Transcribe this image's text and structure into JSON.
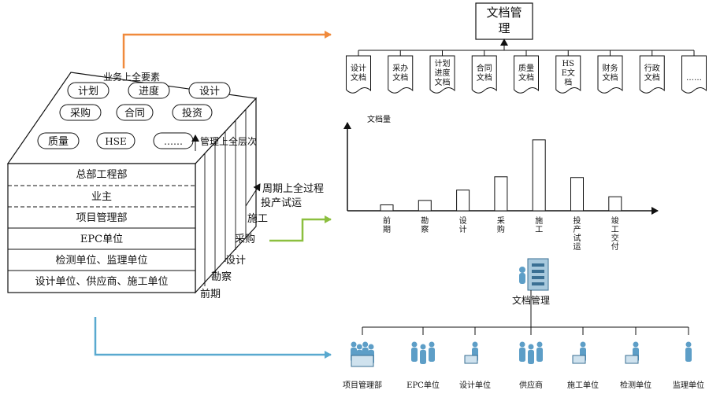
{
  "cube": {
    "top_title": "业务上全要素",
    "pills": [
      "计划",
      "进度",
      "设计",
      "采购",
      "合同",
      "投资",
      "质量",
      "HSE",
      "……"
    ],
    "depth_label": "管理上全层次",
    "layers": [
      "总部工程部",
      "业主",
      "项目管理部",
      "EPC单位",
      "检测单位、监理单位",
      "设计单位、供应商、施工单位"
    ],
    "phases": [
      "前期",
      "勘察",
      "设计",
      "采购",
      "施工",
      "投产试运"
    ],
    "cycle_label": "周期上全过程"
  },
  "doc_tree": {
    "root": "文档管理",
    "docs": [
      "设计文档",
      "采办文档",
      "计划进度文档",
      "合同文档",
      "质量文档",
      "HSE文档",
      "财务文档",
      "行政文档",
      "……"
    ]
  },
  "chart_data": {
    "type": "bar",
    "ylabel": "文档量",
    "categories": [
      "前期",
      "勘察",
      "设计",
      "采购",
      "施工",
      "投产试运",
      "竣工交付"
    ],
    "values": [
      8,
      14,
      28,
      46,
      96,
      45,
      19
    ],
    "ylim": [
      0,
      115
    ]
  },
  "org": {
    "root": "文档管理",
    "units": [
      "项目管理部",
      "EPC单位",
      "设计单位",
      "供应商",
      "施工单位",
      "检测单位",
      "监理单位"
    ]
  },
  "colors": {
    "orange": "#f08a3c",
    "green": "#8cbf3f",
    "blue": "#59a9cf",
    "server": "#a8c9dd",
    "person": "#5d9ec7"
  }
}
